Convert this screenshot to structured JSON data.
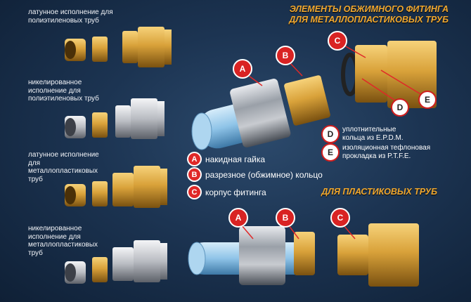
{
  "header": {
    "title_line1": "ЭЛЕМЕНТЫ ОБЖИМНОГО ФИТИНГА",
    "title_line2": "ДЛЯ МЕТАЛЛОПЛАСТИКОВЫХ ТРУБ",
    "title_plastic": "ДЛЯ ПЛАСТИКОВЫХ ТРУБ"
  },
  "variants": [
    {
      "label": "латунное исполнение для полиэтиленовых труб"
    },
    {
      "label": "никелированное исполнение для полиэтиленовых труб"
    },
    {
      "label": "латунное исполнение для металлопластиковых труб"
    },
    {
      "label": "никелированное исполнение для металлопластиковых труб"
    }
  ],
  "legend": [
    {
      "letter": "A",
      "text": "накидная гайка"
    },
    {
      "letter": "B",
      "text": "разрезное (обжимное) кольцо"
    },
    {
      "letter": "C",
      "text": "корпус фитинга"
    }
  ],
  "notes": [
    {
      "letter": "D",
      "line1": "уплотнительные",
      "line2": "кольца из E.P.D.M."
    },
    {
      "letter": "E",
      "line1": "изоляционная тефлоновая",
      "line2": "прокладка из P.T.F.E."
    }
  ],
  "callouts": {
    "a": "A",
    "b": "B",
    "c": "C",
    "d": "D",
    "e": "E"
  },
  "colors": {
    "brass": "#d9a23a",
    "nickel": "#c9ccd1",
    "pipe": "#8fc4e8",
    "accent": "#e02828",
    "title": "#f0a830"
  }
}
